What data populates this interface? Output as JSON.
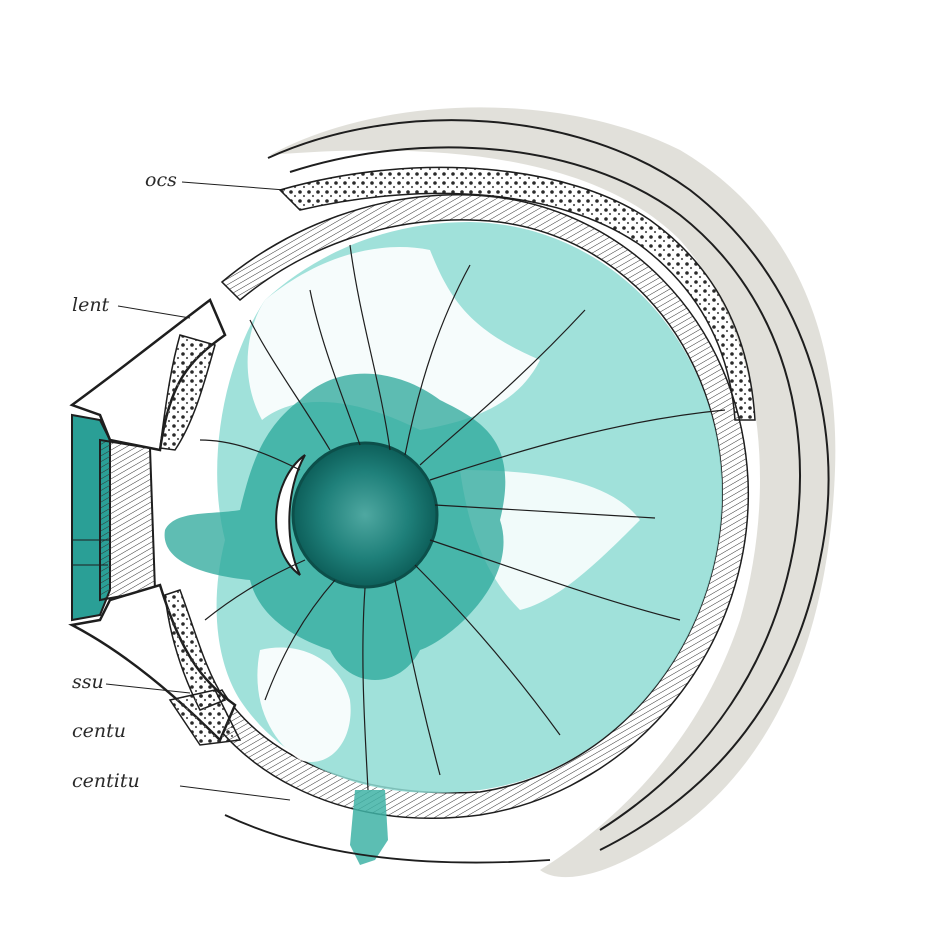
{
  "diagram": {
    "labels": {
      "top": "ocs",
      "upper": "lent",
      "lower": "ssu",
      "lower2": "centu",
      "bottom": "centitu"
    },
    "colors": {
      "teal_light": "#7fd8cf",
      "teal_mid": "#3fb3a6",
      "teal_dark": "#0f6f68",
      "ink": "#1e1e1e",
      "sclera_wash": "#d9d7d0"
    }
  }
}
